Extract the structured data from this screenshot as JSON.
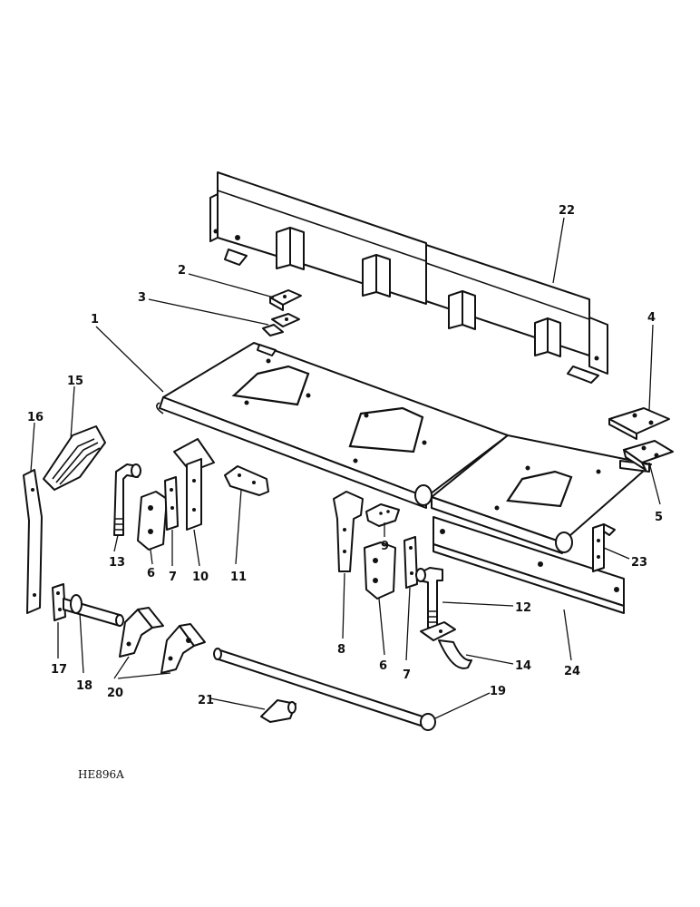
{
  "figure_code": "HE896A",
  "callouts": [
    {
      "id": "c1",
      "text": "1"
    },
    {
      "id": "c2",
      "text": "2"
    },
    {
      "id": "c3",
      "text": "3"
    },
    {
      "id": "c4",
      "text": "4"
    },
    {
      "id": "c5",
      "text": "5"
    },
    {
      "id": "c6a",
      "text": "6"
    },
    {
      "id": "c6b",
      "text": "6"
    },
    {
      "id": "c7a",
      "text": "7"
    },
    {
      "id": "c7b",
      "text": "7"
    },
    {
      "id": "c8",
      "text": "8"
    },
    {
      "id": "c9",
      "text": "9"
    },
    {
      "id": "c10",
      "text": "10"
    },
    {
      "id": "c11",
      "text": "11"
    },
    {
      "id": "c12",
      "text": "12"
    },
    {
      "id": "c13",
      "text": "13"
    },
    {
      "id": "c14",
      "text": "14"
    },
    {
      "id": "c15",
      "text": "15"
    },
    {
      "id": "c16",
      "text": "16"
    },
    {
      "id": "c17",
      "text": "17"
    },
    {
      "id": "c18",
      "text": "18"
    },
    {
      "id": "c19",
      "text": "19"
    },
    {
      "id": "c20",
      "text": "20"
    },
    {
      "id": "c21",
      "text": "21"
    },
    {
      "id": "c22",
      "text": "22"
    },
    {
      "id": "c23",
      "text": "23"
    },
    {
      "id": "c24",
      "text": "24"
    }
  ]
}
